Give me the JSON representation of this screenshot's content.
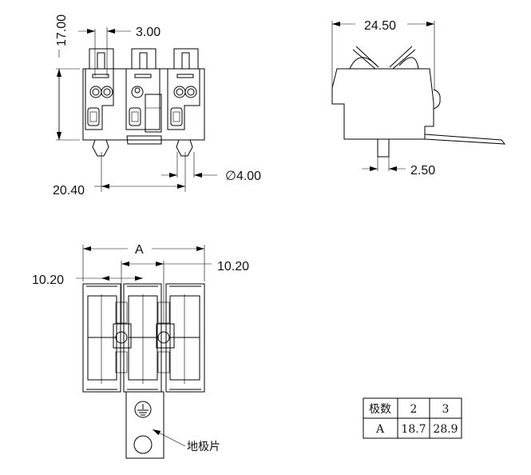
{
  "front_view": {
    "height_dim": "17.00",
    "pitch_dim": "3.00",
    "pin_spacing_dim": "20.40",
    "pin_diameter_dim": "∅4.00"
  },
  "side_view": {
    "depth_dim": "24.50",
    "pin_width_dim": "2.50"
  },
  "bottom_view": {
    "overall_dim": "A",
    "left_pitch_dim": "10.20",
    "right_pitch_dim": "10.20",
    "ground_plate_label": "地极片"
  },
  "table": {
    "header": [
      "极数",
      "2",
      "3"
    ],
    "row": [
      "A",
      "18.7",
      "28.9"
    ]
  }
}
